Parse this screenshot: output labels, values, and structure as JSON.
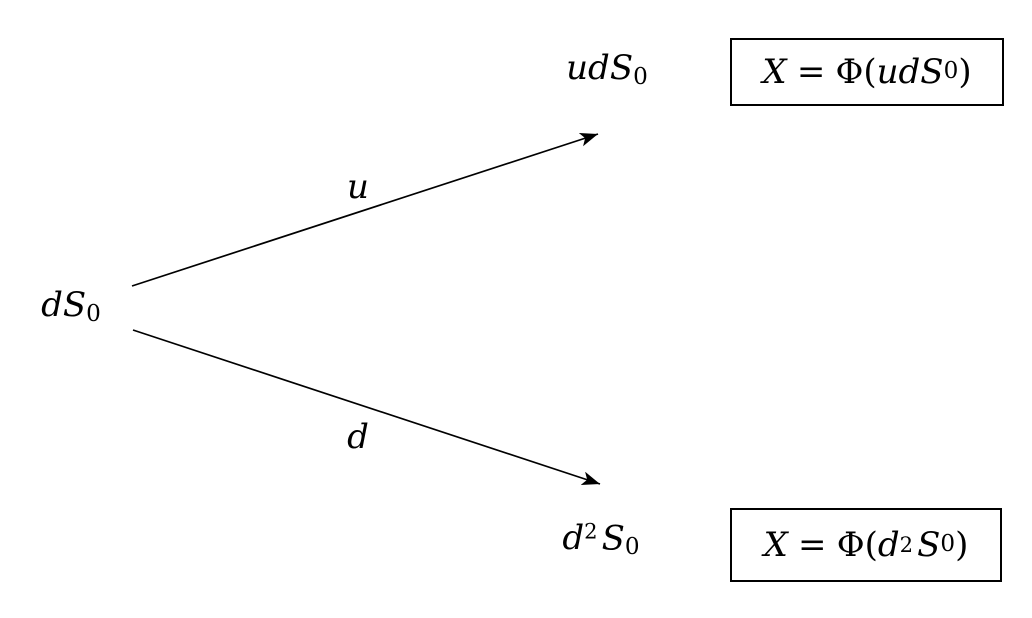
{
  "colors": {
    "ink": "#000000",
    "background": "#ffffff"
  },
  "diagram": {
    "root_node": {
      "main": "dS",
      "sub": "0"
    },
    "branches": {
      "up_label": "u",
      "down_label": "d"
    },
    "up_node": {
      "main": "udS",
      "sub": "0"
    },
    "down_node": {
      "base": "d",
      "sup": "2",
      "mid": "S",
      "sub": "0"
    },
    "up_box": {
      "lhs": "X",
      "eq": "=",
      "func_open": "Φ(",
      "arg_main": "udS",
      "arg_sub": "0",
      "close": ")"
    },
    "down_box": {
      "lhs": "X",
      "eq": "=",
      "func_open": "Φ(",
      "arg_base": "d",
      "arg_sup": "2",
      "arg_mid": "S",
      "arg_sub": "0",
      "close": ")"
    }
  }
}
